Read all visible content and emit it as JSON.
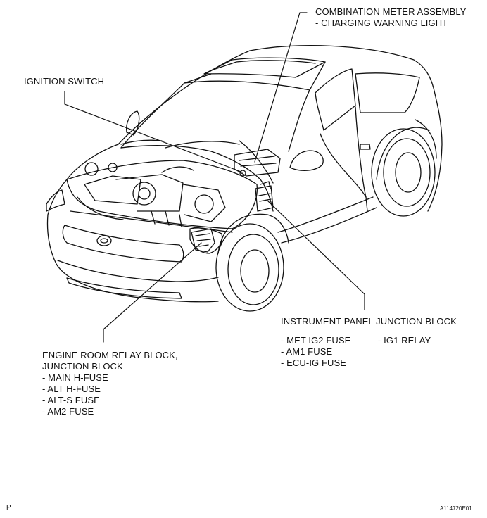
{
  "labels": {
    "combination_meter": {
      "title": "COMBINATION METER ASSEMBLY",
      "items": [
        "- CHARGING WARNING LIGHT"
      ]
    },
    "ignition_switch": {
      "title": "IGNITION SWITCH"
    },
    "instrument_panel": {
      "title": "INSTRUMENT PANEL JUNCTION BLOCK",
      "items_left": [
        "- MET IG2 FUSE",
        "- AM1 FUSE",
        "- ECU-IG FUSE"
      ],
      "items_right": [
        "- IG1 RELAY"
      ]
    },
    "engine_room": {
      "title_lines": [
        "ENGINE ROOM RELAY BLOCK,",
        "JUNCTION BLOCK"
      ],
      "items": [
        "- MAIN H-FUSE",
        "- ALT H-FUSE",
        "- ALT-S FUSE",
        "- AM2 FUSE"
      ]
    }
  },
  "footer": {
    "left_mark": "P",
    "figure_code": "A114720E01"
  }
}
